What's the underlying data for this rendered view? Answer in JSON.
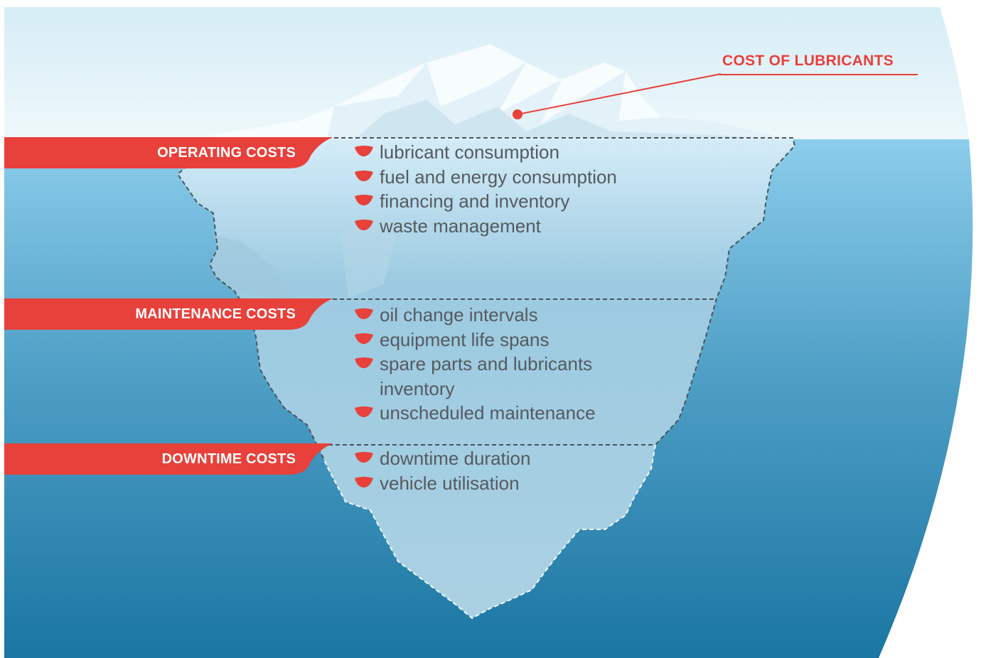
{
  "callout": {
    "label": "COST OF LUBRICANTS"
  },
  "sections": [
    {
      "label": "OPERATING COSTS",
      "items": [
        "lubricant consumption",
        "fuel and energy consumption",
        "financing and inventory",
        "waste management"
      ]
    },
    {
      "label": "MAINTENANCE COSTS",
      "items": [
        "oil change intervals",
        "equipment life spans",
        "spare parts and lubricants inventory",
        "unscheduled maintenance"
      ]
    },
    {
      "label": "DOWNTIME COSTS",
      "items": [
        "downtime duration",
        "vehicle utilisation"
      ]
    }
  ],
  "colors": {
    "accent": "#e8403a",
    "sky": "#d8eef7",
    "water_top": "#8ccdec",
    "water_bottom": "#1a76a2",
    "text": "#555a5f"
  },
  "icons": {
    "bullet": "red-half-disc-bullet-icon"
  }
}
